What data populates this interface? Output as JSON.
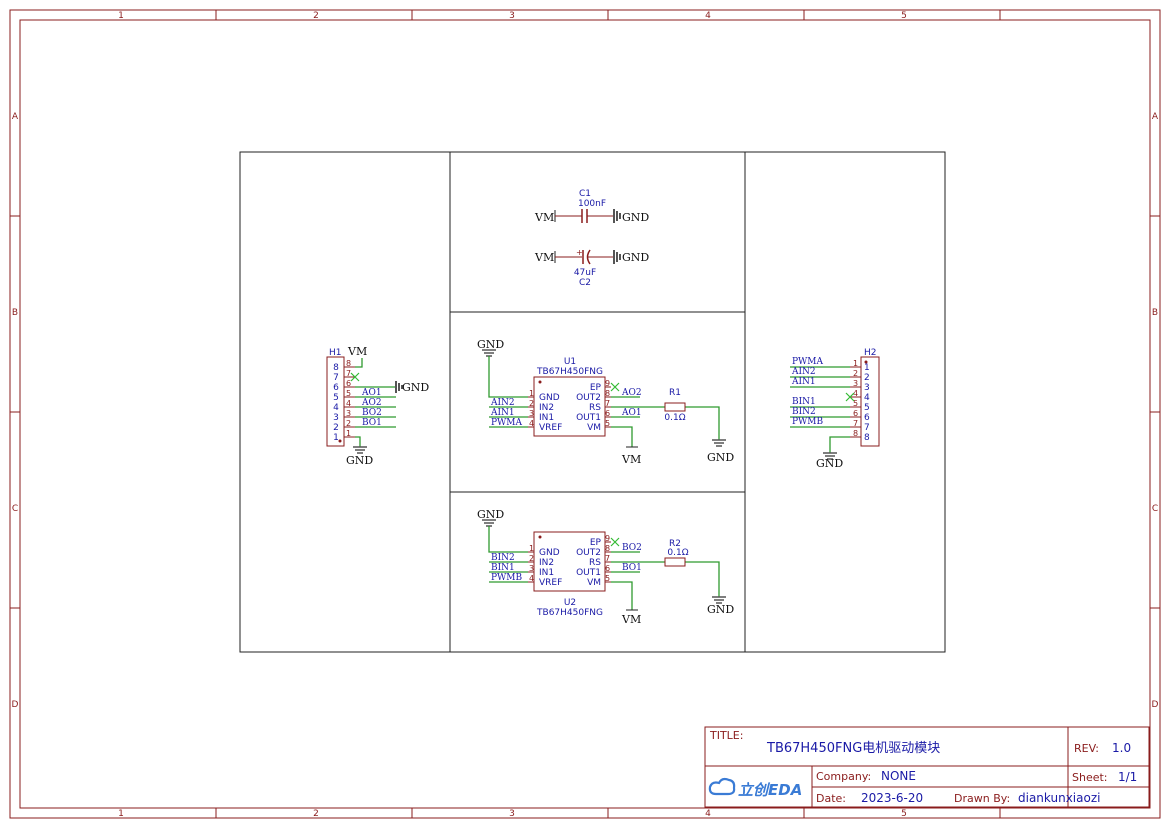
{
  "frame": {
    "cols": [
      "1",
      "2",
      "3",
      "4",
      "5"
    ],
    "rows": [
      "A",
      "B",
      "C",
      "D"
    ]
  },
  "title_block": {
    "title_label": "TITLE:",
    "title": "TB67H450FNG电机驱动模块",
    "rev_label": "REV:",
    "rev": "1.0",
    "company_label": "Company:",
    "company": "NONE",
    "sheet_label": "Sheet:",
    "sheet": "1/1",
    "date_label": "Date:",
    "date": "2023-6-20",
    "drawn_label": "Drawn By:",
    "drawn": "diankunxiaozi",
    "logo_text": "立创EDA"
  },
  "capacitors": {
    "c1": {
      "ref": "C1",
      "value": "100nF",
      "left": "VM",
      "right": "GND"
    },
    "c2": {
      "ref": "C2",
      "value": "47uF",
      "left": "VM",
      "right": "GND",
      "polarity": "+"
    }
  },
  "h1": {
    "ref": "H1",
    "pins": [
      "8",
      "7",
      "6",
      "5",
      "4",
      "3",
      "2",
      "1"
    ],
    "nets": [
      "AO1",
      "AO2",
      "BO2",
      "BO1"
    ],
    "vm": "VM",
    "gnd": "GND",
    "gnd2": "GND"
  },
  "h2": {
    "ref": "H2",
    "pins": [
      "1",
      "2",
      "3",
      "4",
      "5",
      "6",
      "7",
      "8"
    ],
    "nets": [
      "PWMA",
      "AIN2",
      "AIN1",
      "BIN1",
      "BIN2",
      "PWMB"
    ],
    "gnd": "GND"
  },
  "u1": {
    "ref": "U1",
    "part": "TB67H450FNG",
    "left_pins": [
      "1",
      "2",
      "3",
      "4"
    ],
    "left_names": [
      "GND",
      "IN2",
      "IN1",
      "VREF"
    ],
    "right_pins": [
      "9",
      "8",
      "7",
      "6",
      "5"
    ],
    "right_names": [
      "EP",
      "OUT2",
      "RS",
      "OUT1",
      "VM"
    ],
    "in_nets": [
      "AIN2",
      "AIN1",
      "PWMA"
    ],
    "out_nets": [
      "AO2",
      "AO1"
    ],
    "gnd_top": "GND",
    "vm": "VM",
    "r_ref": "R1",
    "r_value": "0.1Ω",
    "r_gnd": "GND"
  },
  "u2": {
    "ref": "U2",
    "part": "TB67H450FNG",
    "left_pins": [
      "1",
      "2",
      "3",
      "4"
    ],
    "left_names": [
      "GND",
      "IN2",
      "IN1",
      "VREF"
    ],
    "right_pins": [
      "9",
      "8",
      "7",
      "6",
      "5"
    ],
    "right_names": [
      "EP",
      "OUT2",
      "RS",
      "OUT1",
      "VM"
    ],
    "in_nets": [
      "BIN2",
      "BIN1",
      "PWMB"
    ],
    "out_nets": [
      "BO2",
      "BO1"
    ],
    "gnd_top": "GND",
    "vm": "VM",
    "r_ref": "R2",
    "r_value": "0.1Ω",
    "r_gnd": "GND"
  },
  "colors": {
    "border": "#8a1c1c",
    "wire": "#2f9a2f",
    "label": "#1a1aa6",
    "noconnect": "#33bb33"
  }
}
